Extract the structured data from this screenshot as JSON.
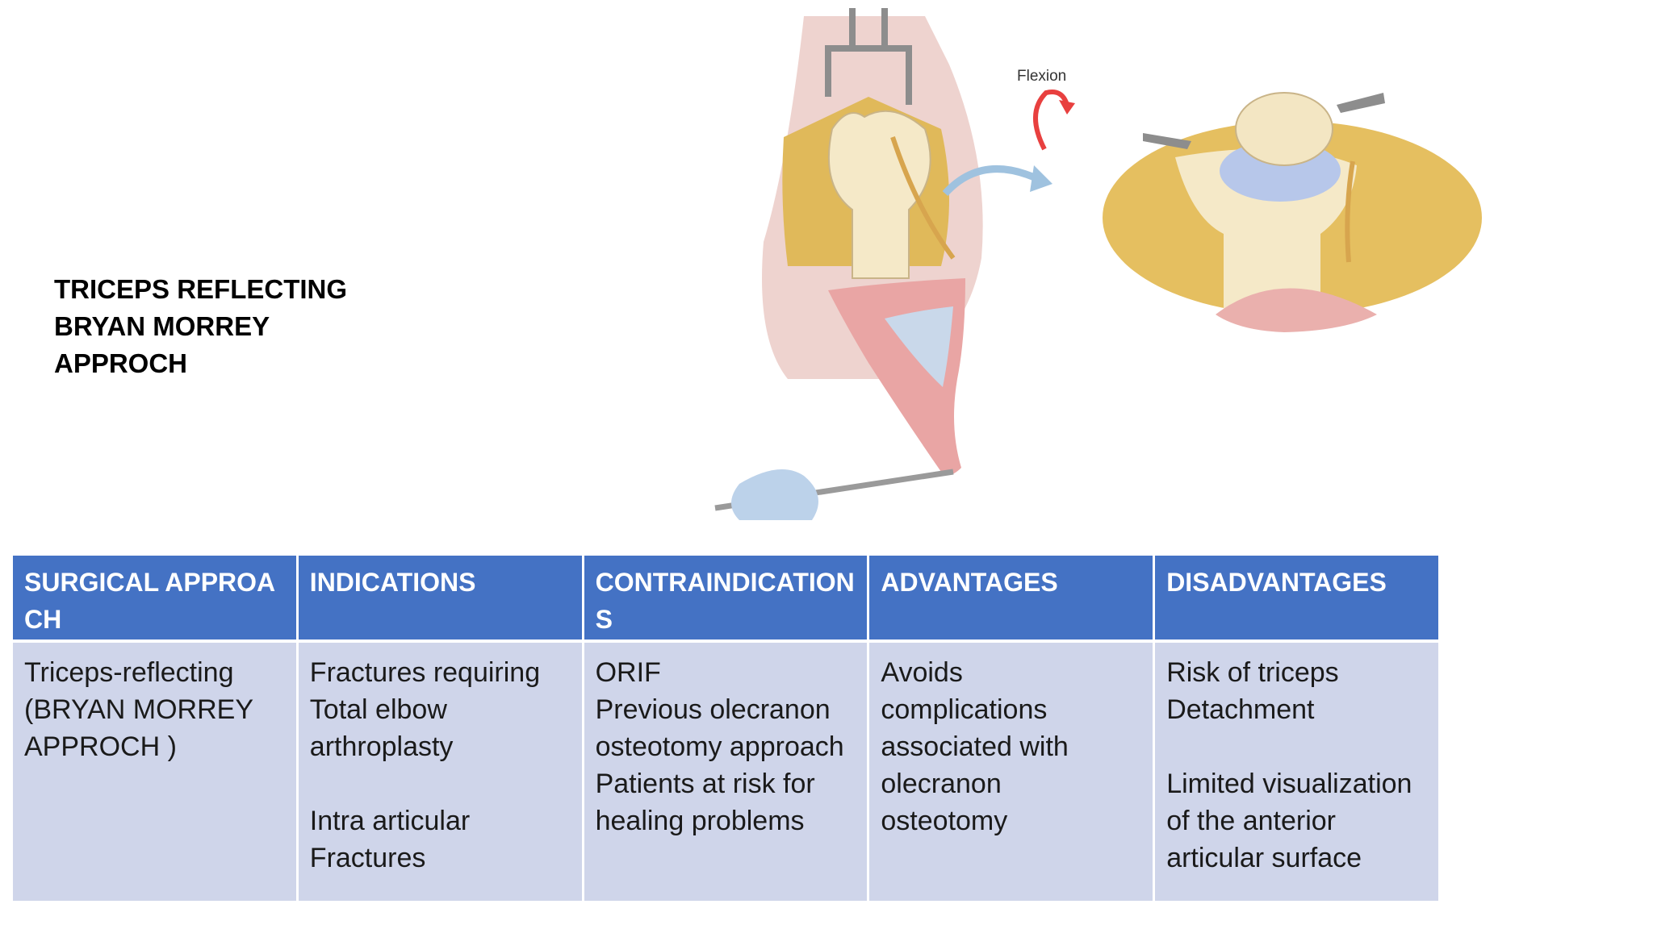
{
  "title": {
    "lines": [
      "TRICEPS REFLECTING",
      "BRYAN MORREY",
      "APPROCH"
    ]
  },
  "illustration": {
    "label": "Flexion"
  },
  "table": {
    "headers": {
      "approach": "SURGICAL APPROACH",
      "indications": "INDICATIONS",
      "contraindications": "CONTRAINDICATIONS",
      "advantages": "ADVANTAGES",
      "disadvantages": "DISADVANTAGES"
    },
    "row": {
      "approach": [
        "Triceps-reflecting",
        "(BRYAN MORREY",
        "APPROCH )"
      ],
      "indications": {
        "group1": [
          "Fractures requiring",
          "Total elbow",
          "arthroplasty"
        ],
        "group2": [
          "Intra articular",
          "Fractures"
        ]
      },
      "contraindications": [
        "ORIF",
        "Previous olecranon",
        "osteotomy approach",
        "Patients at risk for",
        "healing problems"
      ],
      "advantages": [
        "Avoids",
        "complications",
        "associated with",
        "olecranon",
        "osteotomy"
      ],
      "disadvantages": {
        "group1": [
          "Risk of triceps",
          "Detachment"
        ],
        "group2": [
          "Limited visualization",
          "of the anterior",
          "articular surface"
        ]
      }
    }
  },
  "colors": {
    "header_bg": "#4472c4",
    "cell_bg": "#cfd5ea",
    "arrow": "#e8403f"
  }
}
